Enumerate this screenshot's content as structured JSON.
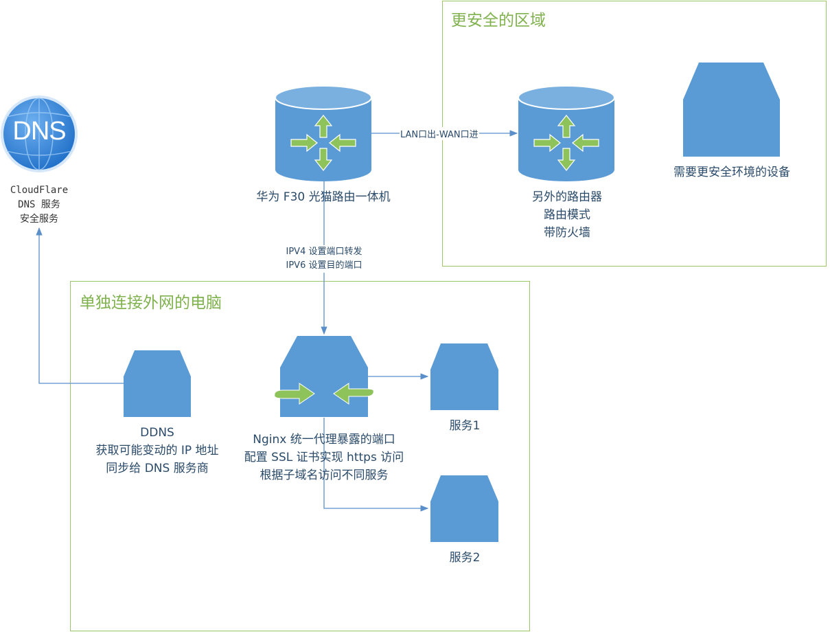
{
  "zones": {
    "secure": {
      "title": "更安全的区域"
    },
    "pc": {
      "title": "单独连接外网的电脑"
    }
  },
  "dns": {
    "icon_text": "DNS",
    "label_lines": [
      "CloudFlare",
      "DNS 服务",
      "安全服务"
    ]
  },
  "modem": {
    "label": "华为 F30 光猫路由一体机"
  },
  "router": {
    "label_lines": [
      "另外的路由器",
      "路由模式",
      "带防火墙"
    ]
  },
  "secure_device": {
    "label": "需要更安全环境的设备"
  },
  "edges": {
    "lan_wan": "LAN口出-WAN口进",
    "port_forward": [
      "IPV4 设置端口转发",
      "IPV6 设置目的端口"
    ]
  },
  "ddns": {
    "label_lines": [
      "DDNS",
      "获取可能变动的 IP 地址",
      "同步给 DNS 服务商"
    ]
  },
  "nginx": {
    "label_lines": [
      "Nginx 统一代理暴露的端口",
      "配置 SSL 证书实现 https 访问",
      "根据子域名访问不同服务"
    ]
  },
  "service1": {
    "label": "服务1"
  },
  "service2": {
    "label": "服务2"
  },
  "colors": {
    "device_fill": "#5b9bd5",
    "arrow_green": "#8dc35a",
    "zone_border": "#9bc46c",
    "connector": "#5b8fc9",
    "dns_globe": "#2f7fd6"
  }
}
